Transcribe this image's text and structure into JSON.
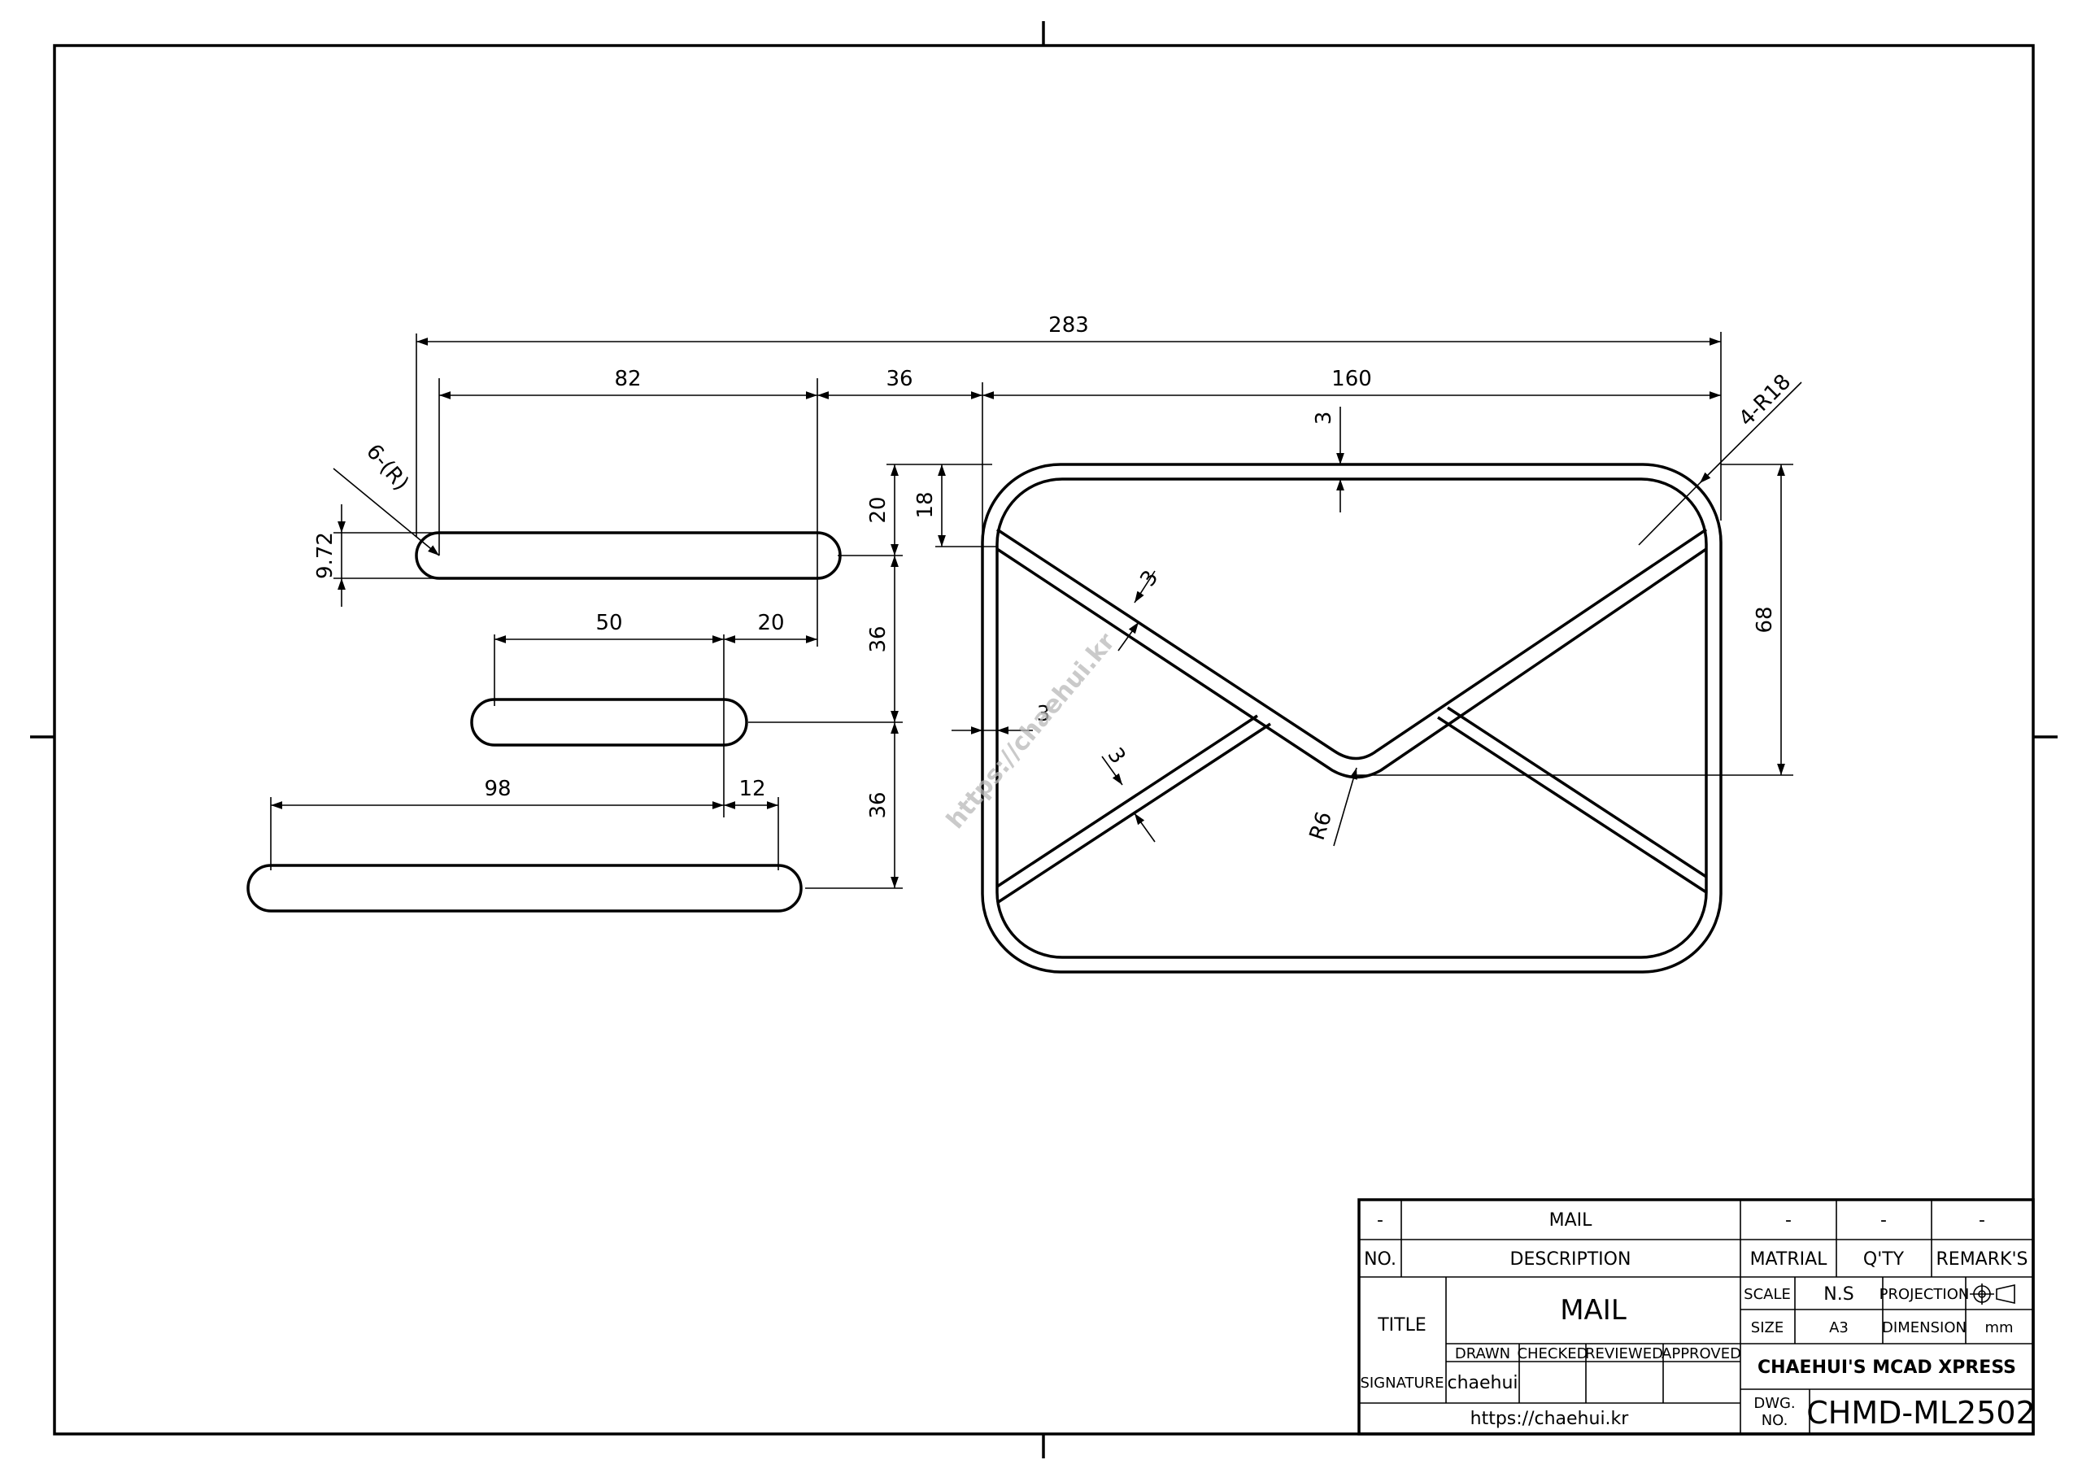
{
  "drawing": {
    "watermark": "https://chaehui.kr",
    "dimensions": {
      "overall_width": "283",
      "slot1_length": "82",
      "gap": "36",
      "mail_width": "160",
      "slot_radius": "6-(R)",
      "slot_height": "9.72",
      "slot2_length": "50",
      "slot2_offset": "20",
      "slot3_length": "98",
      "slot3_offset": "12",
      "v_spacing_1": "20",
      "v_offset_18": "18",
      "v_spacing_2": "36",
      "v_spacing_3": "36",
      "wall_thickness_top": "3",
      "wall_thickness_side": "3",
      "flap_thickness": "3",
      "lower_flap_thickness": "3",
      "corner_radius": "4-R18",
      "inner_radius": "R6",
      "envelope_height": "68"
    }
  },
  "title_block": {
    "row1": {
      "no": "-",
      "description": "MAIL",
      "material": "-",
      "qty": "-",
      "remarks": "-"
    },
    "header": {
      "no": "NO.",
      "description": "DESCRIPTION",
      "material": "MATRIAL",
      "qty": "Q'TY",
      "remarks": "REMARK'S"
    },
    "title_label": "TITLE",
    "title_value": "MAIL",
    "scale_label": "SCALE",
    "scale_value": "N.S",
    "projection_label": "PROJECTION",
    "size_label": "SIZE",
    "size_value": "A3",
    "dimension_label": "DIMENSION",
    "dimension_value": "mm",
    "roles": [
      "DRAWN",
      "CHECKED",
      "REVIEWED",
      "APPROVED"
    ],
    "signature_label": "SIGNATURE",
    "signature_drawn": "chaehui",
    "company": "CHAEHUI'S MCAD XPRESS",
    "website": "https://chaehui.kr",
    "dwg_label_1": "DWG.",
    "dwg_label_2": "NO.",
    "dwg_no": "CHMD-ML2502"
  }
}
